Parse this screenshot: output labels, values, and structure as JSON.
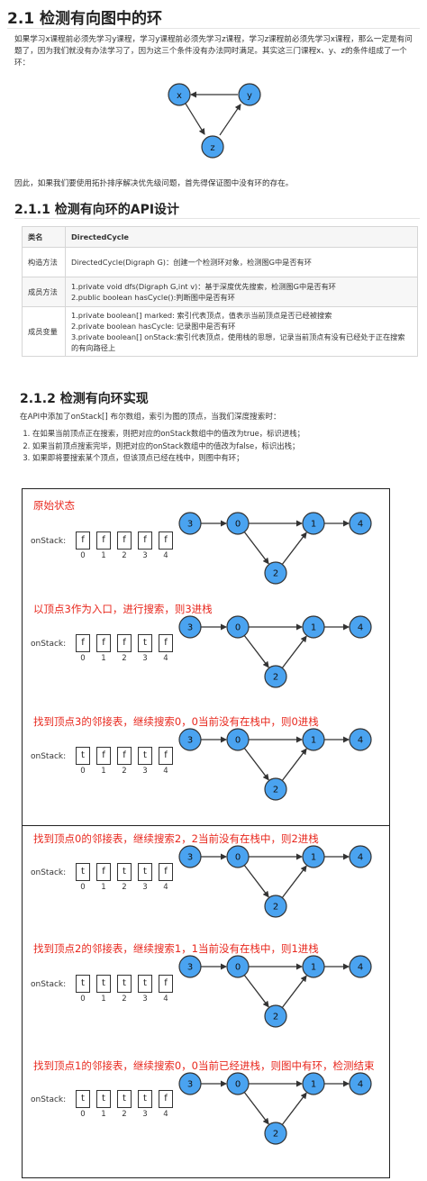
{
  "section": {
    "title": "2.1 检测有向图中的环",
    "intro": "如果学习x课程前必须先学习y课程，学习y课程前必须先学习z课程，学习z课程前必须先学习x课程，那么一定是有问题了，因为我们就没有办法学习了，因为这三个条件没有办法同时满足。其实这三门课程x、y、z的条件组成了一个环：",
    "nodes": [
      "x",
      "y",
      "z"
    ],
    "conclusion": "因此，如果我们要使用拓扑排序解决优先级问题，首先得保证图中没有环的存在。"
  },
  "api": {
    "title": "2.1.1 检测有向环的API设计",
    "head": [
      "类名",
      "DirectedCycle"
    ],
    "rows": [
      {
        "label": "构造方法",
        "lines": [
          "DirectedCycle(Digraph G)：创建一个检测环对象，检测图G中是否有环"
        ]
      },
      {
        "label": "成员方法",
        "lines": [
          "1.private void dfs(Digraph G,int v)：基于深度优先搜索，检测图G中是否有环",
          "2.public boolean hasCycle():判断图中是否有环"
        ]
      },
      {
        "label": "成员变量",
        "lines": [
          "1.private boolean[] marked: 索引代表顶点，值表示当前顶点是否已经被搜索",
          "2.private boolean hasCycle: 记录图中是否有环",
          "3.private boolean[] onStack:索引代表顶点，使用栈的思想，记录当前顶点有没有已经处于正在搜索的有向路径上"
        ]
      }
    ]
  },
  "impl": {
    "title": "2.1.2 检测有向环实现",
    "intro": "在API中添加了onStack[] 布尔数组，索引为图的顶点，当我们深度搜索时：",
    "rules": [
      "在如果当前顶点正在搜索，则把对应的onStack数组中的值改为true，标识进栈；",
      "如果当前顶点搜索完毕，则把对应的onStack数组中的值改为false，标识出栈；",
      "如果即将要搜索某个顶点，但该顶点已经在栈中，则图中有环；"
    ]
  },
  "diagram": {
    "stack_label": "onStack:",
    "indices": [
      "0",
      "1",
      "2",
      "3",
      "4"
    ],
    "vertices": [
      "3",
      "0",
      "1",
      "4",
      "2"
    ],
    "node_color": "#4aa3f0",
    "title_color": "#e8281e",
    "steps": [
      {
        "title": "原始状态",
        "cells": [
          "f",
          "f",
          "f",
          "f",
          "f"
        ]
      },
      {
        "title": "以顶点3作为入口，进行搜索，则3进栈",
        "cells": [
          "f",
          "f",
          "f",
          "t",
          "f"
        ]
      },
      {
        "title": "找到顶点3的邻接表，继续搜索0，0当前没有在栈中，则0进栈",
        "cells": [
          "t",
          "f",
          "f",
          "t",
          "f"
        ]
      },
      {
        "title": "找到顶点0的邻接表，继续搜索2，2当前没有在栈中，则2进栈",
        "cells": [
          "t",
          "f",
          "t",
          "t",
          "f"
        ]
      },
      {
        "title": "找到顶点2的邻接表，继续搜索1，1当前没有在栈中，则1进栈",
        "cells": [
          "t",
          "t",
          "t",
          "t",
          "f"
        ]
      },
      {
        "title": "找到顶点1的邻接表，继续搜索0，0当前已经进栈，则图中有环，检测结束",
        "cells": [
          "t",
          "t",
          "t",
          "t",
          "f"
        ]
      }
    ]
  }
}
